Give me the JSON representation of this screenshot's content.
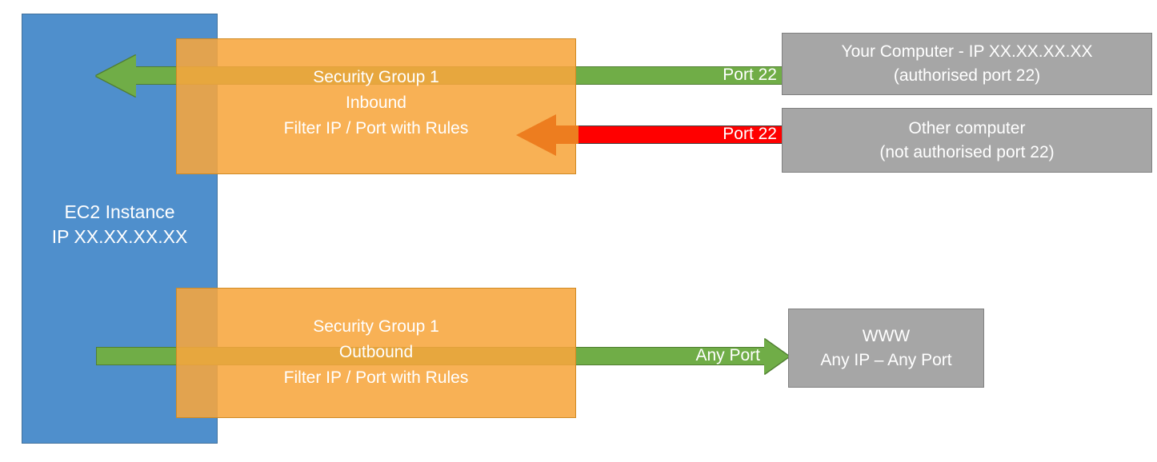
{
  "diagram": {
    "title": "EC2 Security Group Inbound and Outbound Filtering",
    "colors": {
      "ec2_blue": "#4F8FCC",
      "security_group_orange": "#F7A63E",
      "allowed_green": "#70AD47",
      "blocked_red": "#FF0000",
      "blocked_arrow_orange": "#ED7D1F",
      "endpoint_grey": "#A6A6A6",
      "text_white": "#FFFFFF"
    }
  },
  "ec2": {
    "line1": "EC2 Instance",
    "line2": "IP XX.XX.XX.XX"
  },
  "security_groups": {
    "inbound": {
      "line1": "Security Group 1",
      "line2": "Inbound",
      "line3": "Filter IP / Port with Rules"
    },
    "outbound": {
      "line1": "Security Group 1",
      "line2": "Outbound",
      "line3": "Filter IP / Port with Rules"
    }
  },
  "endpoints": {
    "your_computer": {
      "line1": "Your Computer - IP XX.XX.XX.XX",
      "line2": "(authorised port 22)"
    },
    "other_computer": {
      "line1": "Other computer",
      "line2": "(not authorised port 22)"
    },
    "www": {
      "line1": "WWW",
      "line2": "Any IP – Any Port"
    }
  },
  "connectors": {
    "allowed_inbound_label": "Port 22",
    "blocked_inbound_label": "Port 22",
    "outbound_label": "Any Port"
  }
}
